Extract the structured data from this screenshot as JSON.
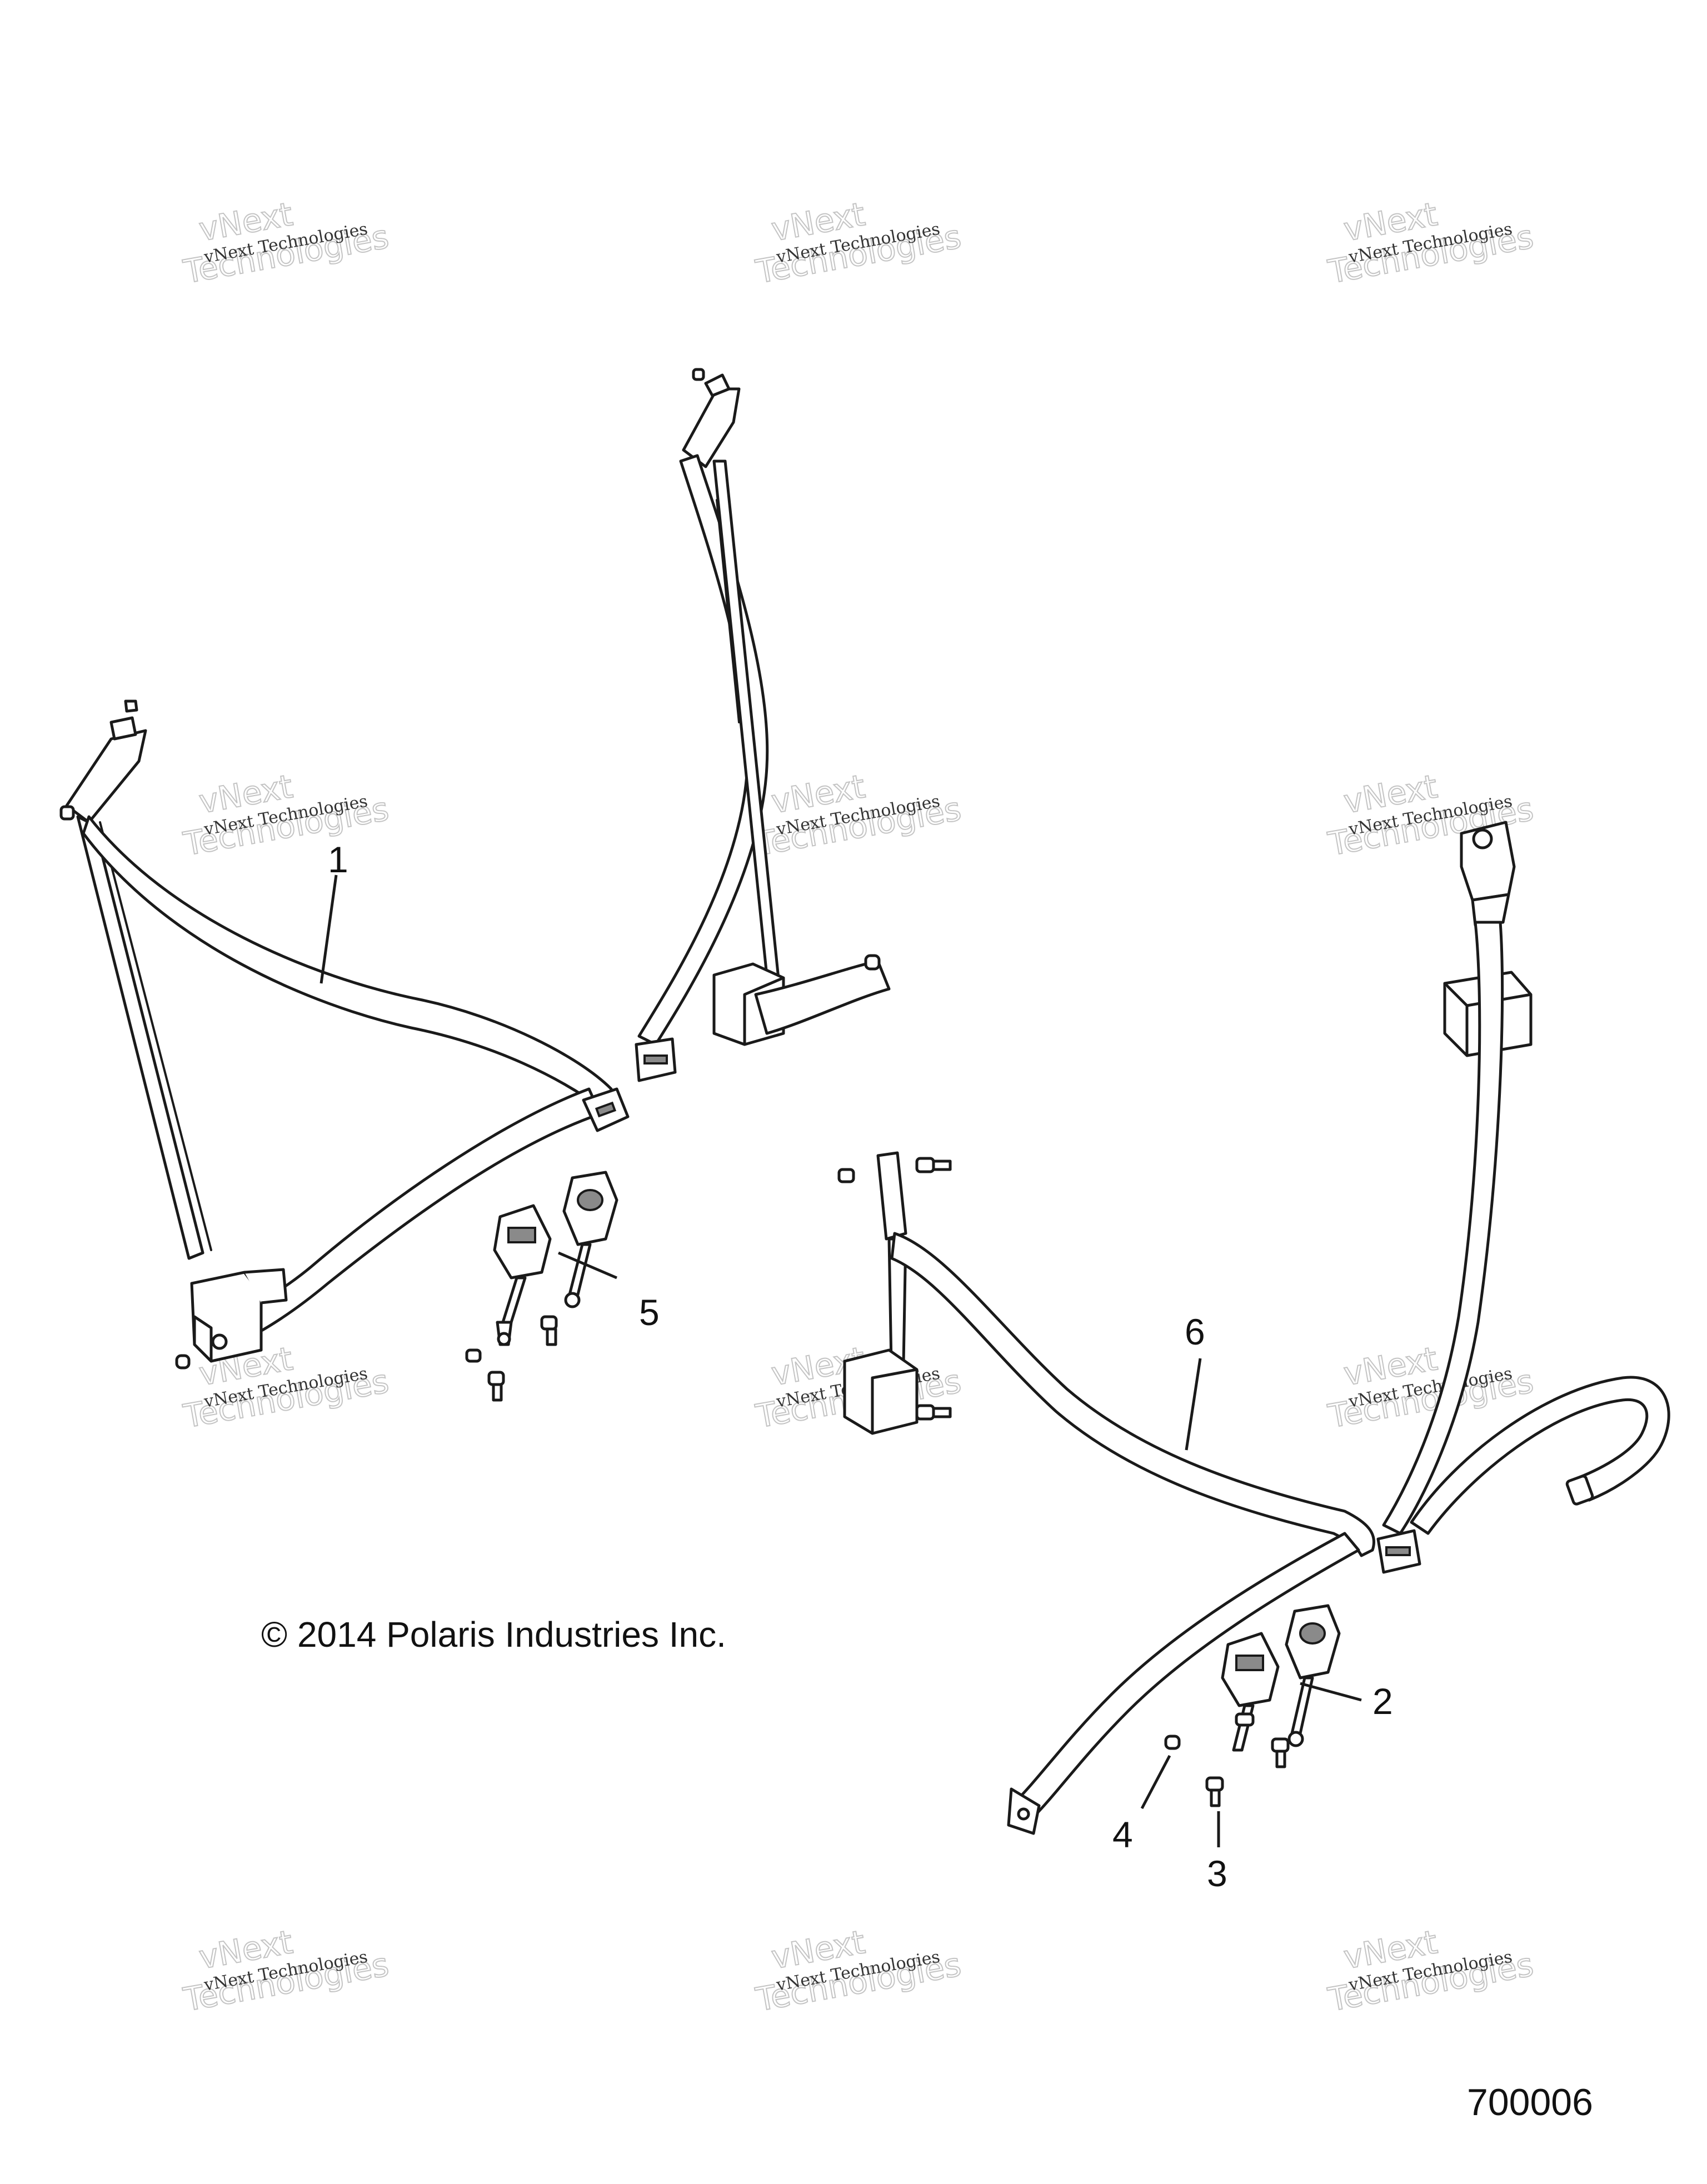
{
  "callouts": [
    {
      "id": "1",
      "label": "1"
    },
    {
      "id": "2",
      "label": "2"
    },
    {
      "id": "3",
      "label": "3"
    },
    {
      "id": "4",
      "label": "4"
    },
    {
      "id": "5",
      "label": "5"
    },
    {
      "id": "6",
      "label": "6"
    }
  ],
  "watermark": {
    "line1": "vNext Technologies",
    "line2": "vNext",
    "line3": "Technologies"
  },
  "copyright": "© 2014 Polaris Industries Inc.",
  "figure_number": "700006"
}
